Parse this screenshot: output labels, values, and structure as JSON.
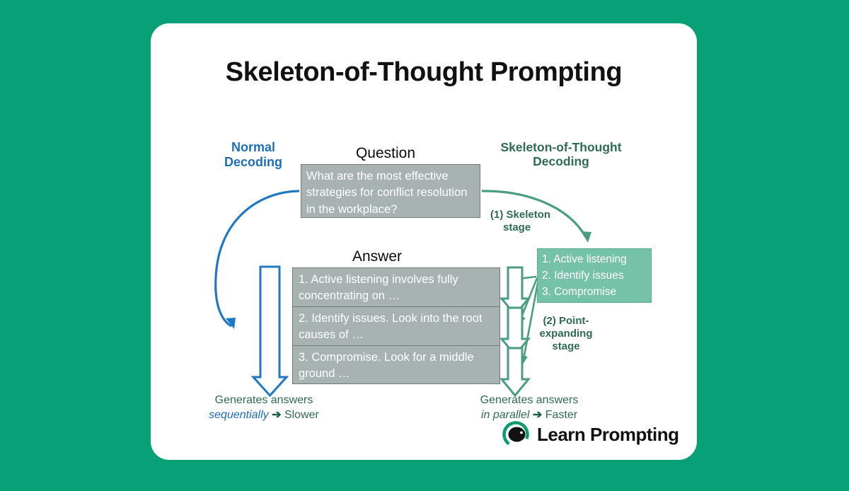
{
  "background_color": "#07a077",
  "card": {
    "background_color": "#ffffff"
  },
  "page_title": "Skeleton-of-Thought Prompting",
  "diagram": {
    "left_heading": {
      "line1": "Normal",
      "line2": "Decoding",
      "color": "#1f6eb5"
    },
    "right_heading": {
      "line1": "Skeleton-of-Thought",
      "line2": "Decoding",
      "color": "#2f6b52"
    },
    "question_label": "Question",
    "question_text": "What are the most effective strategies for conflict resolution in the workplace?",
    "answer_label": "Answer",
    "answer_items": [
      "1. Active listening involves fully concentrating on …",
      "2. Identify issues. Look into the root causes of …",
      "3. Compromise. Look for a middle ground …"
    ],
    "skeleton_items": [
      "1. Active listening",
      "2. Identify issues",
      "3. Compromise"
    ],
    "stage1_label": {
      "line1": "(1) Skeleton",
      "line2": "stage"
    },
    "stage2_label": {
      "line1": "(2) Point-",
      "line2": "expanding",
      "line3": "stage"
    },
    "caption_left": {
      "line1": "Generates answers",
      "emphasis": "sequentially",
      "arrow": "➔",
      "result": "Slower"
    },
    "caption_right": {
      "line1": "Generates answers",
      "emphasis": "in parallel",
      "arrow": "➔",
      "result": "Faster"
    },
    "colors": {
      "question_box": "#a8b2b0",
      "answer_box": "#a8b2b0",
      "skeleton_box": "#76c2a8",
      "blue_arrow": "#1f78c1",
      "green_arrow": "#4a9d82"
    }
  },
  "logo": {
    "text": "Learn Prompting",
    "mark_color": "#0a9b6e"
  }
}
